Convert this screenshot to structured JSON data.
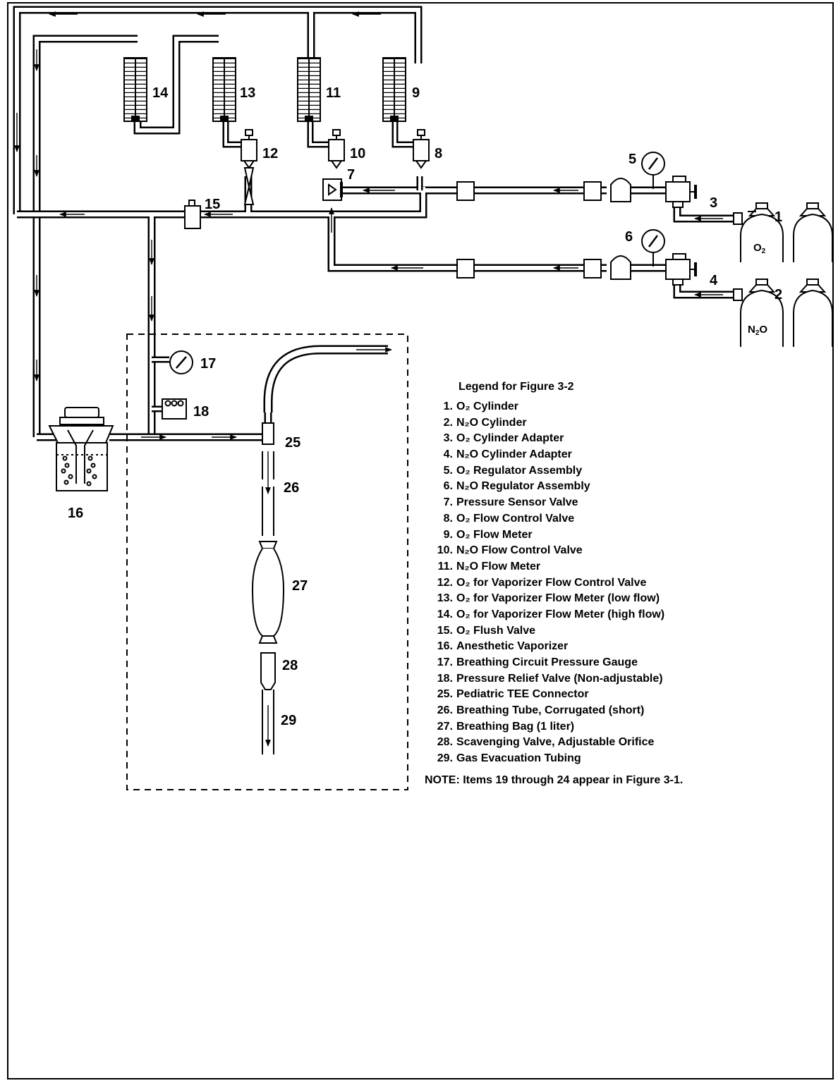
{
  "callouts": [
    "1",
    "2",
    "3",
    "4",
    "5",
    "6",
    "7",
    "8",
    "9",
    "10",
    "11",
    "12",
    "13",
    "14",
    "15",
    "16",
    "17",
    "18",
    "25",
    "26",
    "27",
    "28",
    "29"
  ],
  "cylinder_labels": {
    "o2": {
      "main": "O",
      "sub": "2"
    },
    "n2o": {
      "main": "N",
      "sub": "2",
      "tail": "O"
    }
  },
  "legend": {
    "title": "Legend for Figure 3-2",
    "items": [
      {
        "number": "1.",
        "label": "O₂ Cylinder"
      },
      {
        "number": "2.",
        "label": "N₂O Cylinder"
      },
      {
        "number": "3.",
        "label": "O₂ Cylinder Adapter"
      },
      {
        "number": "4.",
        "label": "N₂O Cylinder Adapter"
      },
      {
        "number": "5.",
        "label": "O₂ Regulator Assembly"
      },
      {
        "number": "6.",
        "label": "N₂O Regulator Assembly"
      },
      {
        "number": "7.",
        "label": "Pressure Sensor Valve"
      },
      {
        "number": "8.",
        "label": "O₂ Flow Control Valve"
      },
      {
        "number": "9.",
        "label": "O₂ Flow Meter"
      },
      {
        "number": "10.",
        "label": "N₂O Flow Control Valve"
      },
      {
        "number": "11.",
        "label": "N₂O Flow Meter"
      },
      {
        "number": "12.",
        "label": "O₂ for Vaporizer Flow Control Valve"
      },
      {
        "number": "13.",
        "label": "O₂ for Vaporizer Flow Meter (low flow)"
      },
      {
        "number": "14.",
        "label": "O₂ for Vaporizer Flow Meter (high flow)"
      },
      {
        "number": "15.",
        "label": "O₂ Flush Valve"
      },
      {
        "number": "16.",
        "label": "Anesthetic Vaporizer"
      },
      {
        "number": "17.",
        "label": "Breathing Circuit Pressure Gauge"
      },
      {
        "number": "18.",
        "label": "Pressure Relief Valve (Non-adjustable)"
      },
      {
        "number": "25.",
        "label": "Pediatric TEE Connector"
      },
      {
        "number": "26.",
        "label": "Breathing Tube, Corrugated (short)"
      },
      {
        "number": "27.",
        "label": "Breathing Bag (1 liter)"
      },
      {
        "number": "28.",
        "label": "Scavenging Valve, Adjustable Orifice"
      },
      {
        "number": "29.",
        "label": "Gas Evacuation Tubing"
      }
    ],
    "note": "NOTE: Items 19 through 24 appear in Figure 3-1."
  }
}
